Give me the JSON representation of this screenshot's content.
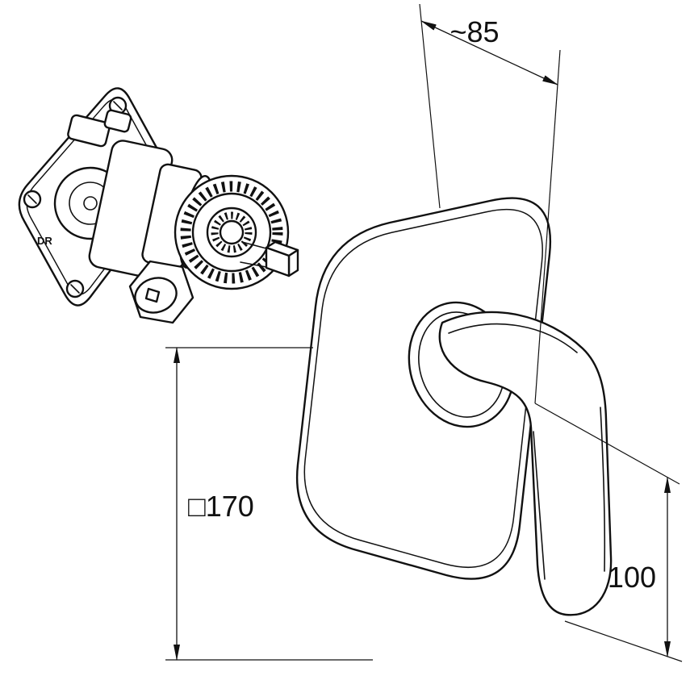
{
  "colors": {
    "line": "#111111",
    "background": "#ffffff"
  },
  "drawing": {
    "type": "technical-dimension-drawing",
    "subject": "concealed single-lever mixer with square trim plate and lever handle",
    "dimensions": {
      "depth_label": "~85",
      "plate_label": "□170",
      "handle_label": "100"
    },
    "part_marking": "DR"
  }
}
